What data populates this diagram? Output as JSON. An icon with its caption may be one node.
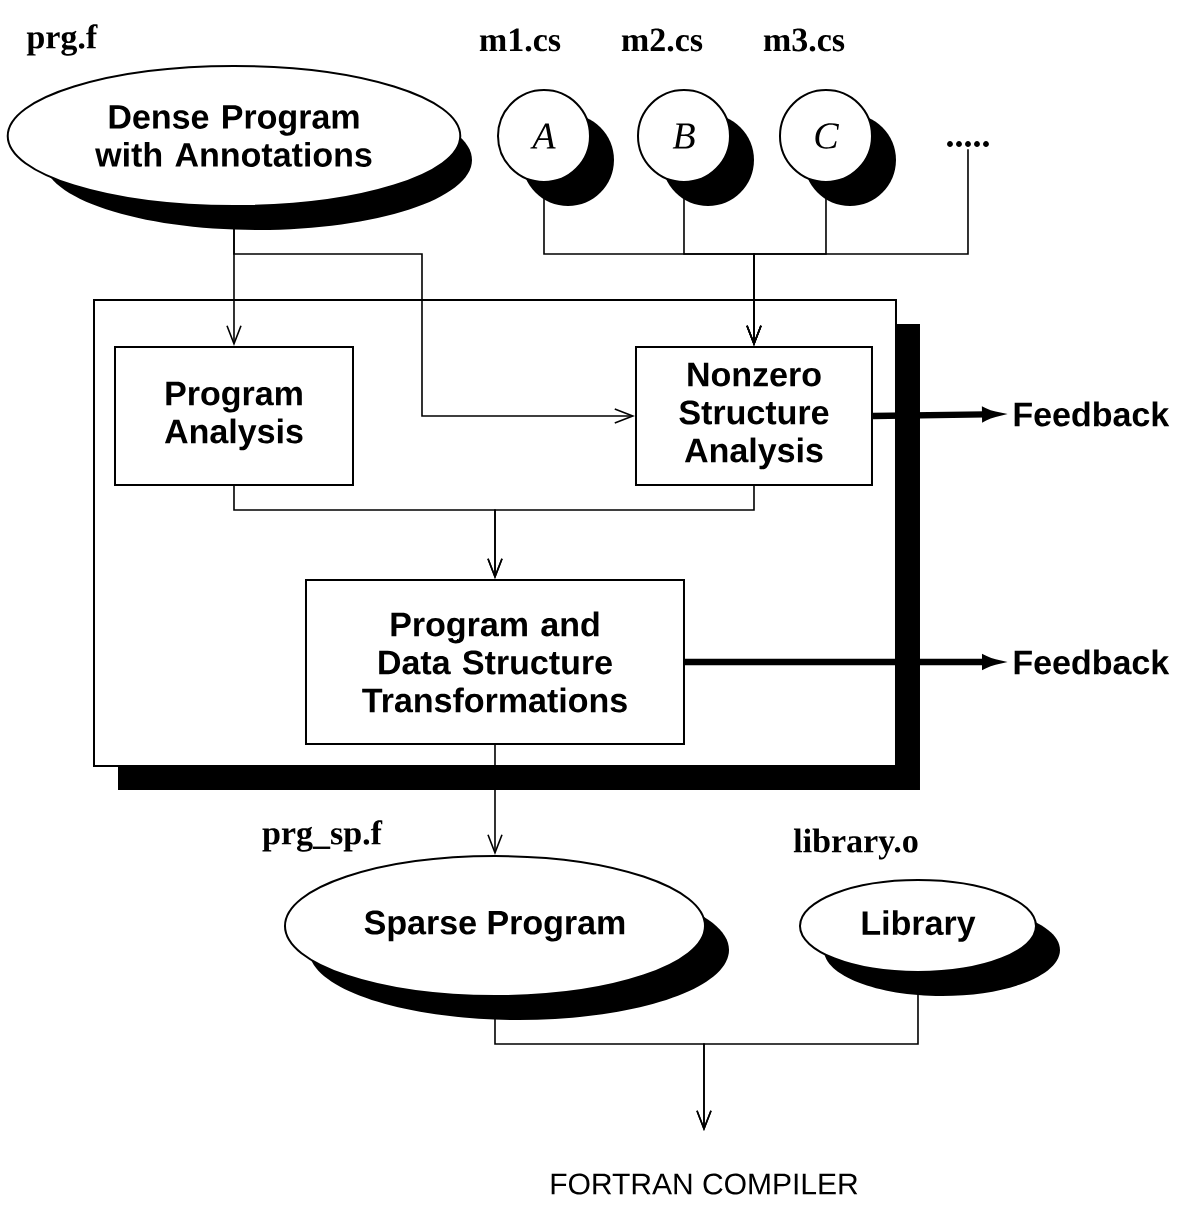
{
  "diagram": {
    "nodes": [
      {
        "text": [
          "Dense Program with Annotations"
        ],
        "beside": [
          "prg.f"
        ]
      },
      {
        "text": [
          "A"
        ],
        "beside": [
          "m1.cs"
        ]
      },
      {
        "text": [
          "B"
        ],
        "beside": [
          "m2.cs"
        ]
      },
      {
        "text": [
          "C"
        ],
        "beside": [
          "m3.cs"
        ]
      },
      {
        "text": [
          "....."
        ]
      },
      {
        "text": [],
        "shape": "box"
      },
      {
        "text": [
          "Program Analysis"
        ],
        "in": 5
      },
      {
        "text": [
          "Nonzero Structure Analysis"
        ],
        "in": 5
      },
      {
        "text": [
          "Program and Data Structure Transformations"
        ],
        "in": 5
      },
      {
        "text": [
          "Feedback"
        ]
      },
      {
        "text": [
          "Feedback"
        ]
      },
      {
        "text": [
          "Sparse Program"
        ],
        "beside": [
          "prg_sp.f"
        ]
      },
      {
        "text": [
          "Library"
        ],
        "beside": [
          "library.o"
        ]
      },
      {
        "text": [
          "FORTRAN COMPILER"
        ]
      }
    ],
    "edges": [
      {
        "from": 0,
        "to": 6,
        "arrow": "to"
      },
      {
        "from": 0,
        "to": 7,
        "arrow": "to"
      },
      {
        "from": 1,
        "to": 7,
        "arrow": "to"
      },
      {
        "from": 2,
        "to": 7,
        "arrow": "to"
      },
      {
        "from": 3,
        "to": 7,
        "arrow": "to"
      },
      {
        "from": 4,
        "to": 7,
        "arrow": "to"
      },
      {
        "from": 6,
        "to": 8,
        "arrow": "to"
      },
      {
        "from": 7,
        "to": 8,
        "arrow": "to"
      },
      {
        "from": 7,
        "to": 9,
        "arrow": "to",
        "style": "thick"
      },
      {
        "from": 8,
        "to": 10,
        "arrow": "to",
        "style": "thick"
      },
      {
        "from": 8,
        "to": 11,
        "arrow": "to"
      },
      {
        "from": 11,
        "to": 13,
        "arrow": "to"
      },
      {
        "from": 12,
        "to": 13,
        "arrow": "to"
      }
    ]
  }
}
